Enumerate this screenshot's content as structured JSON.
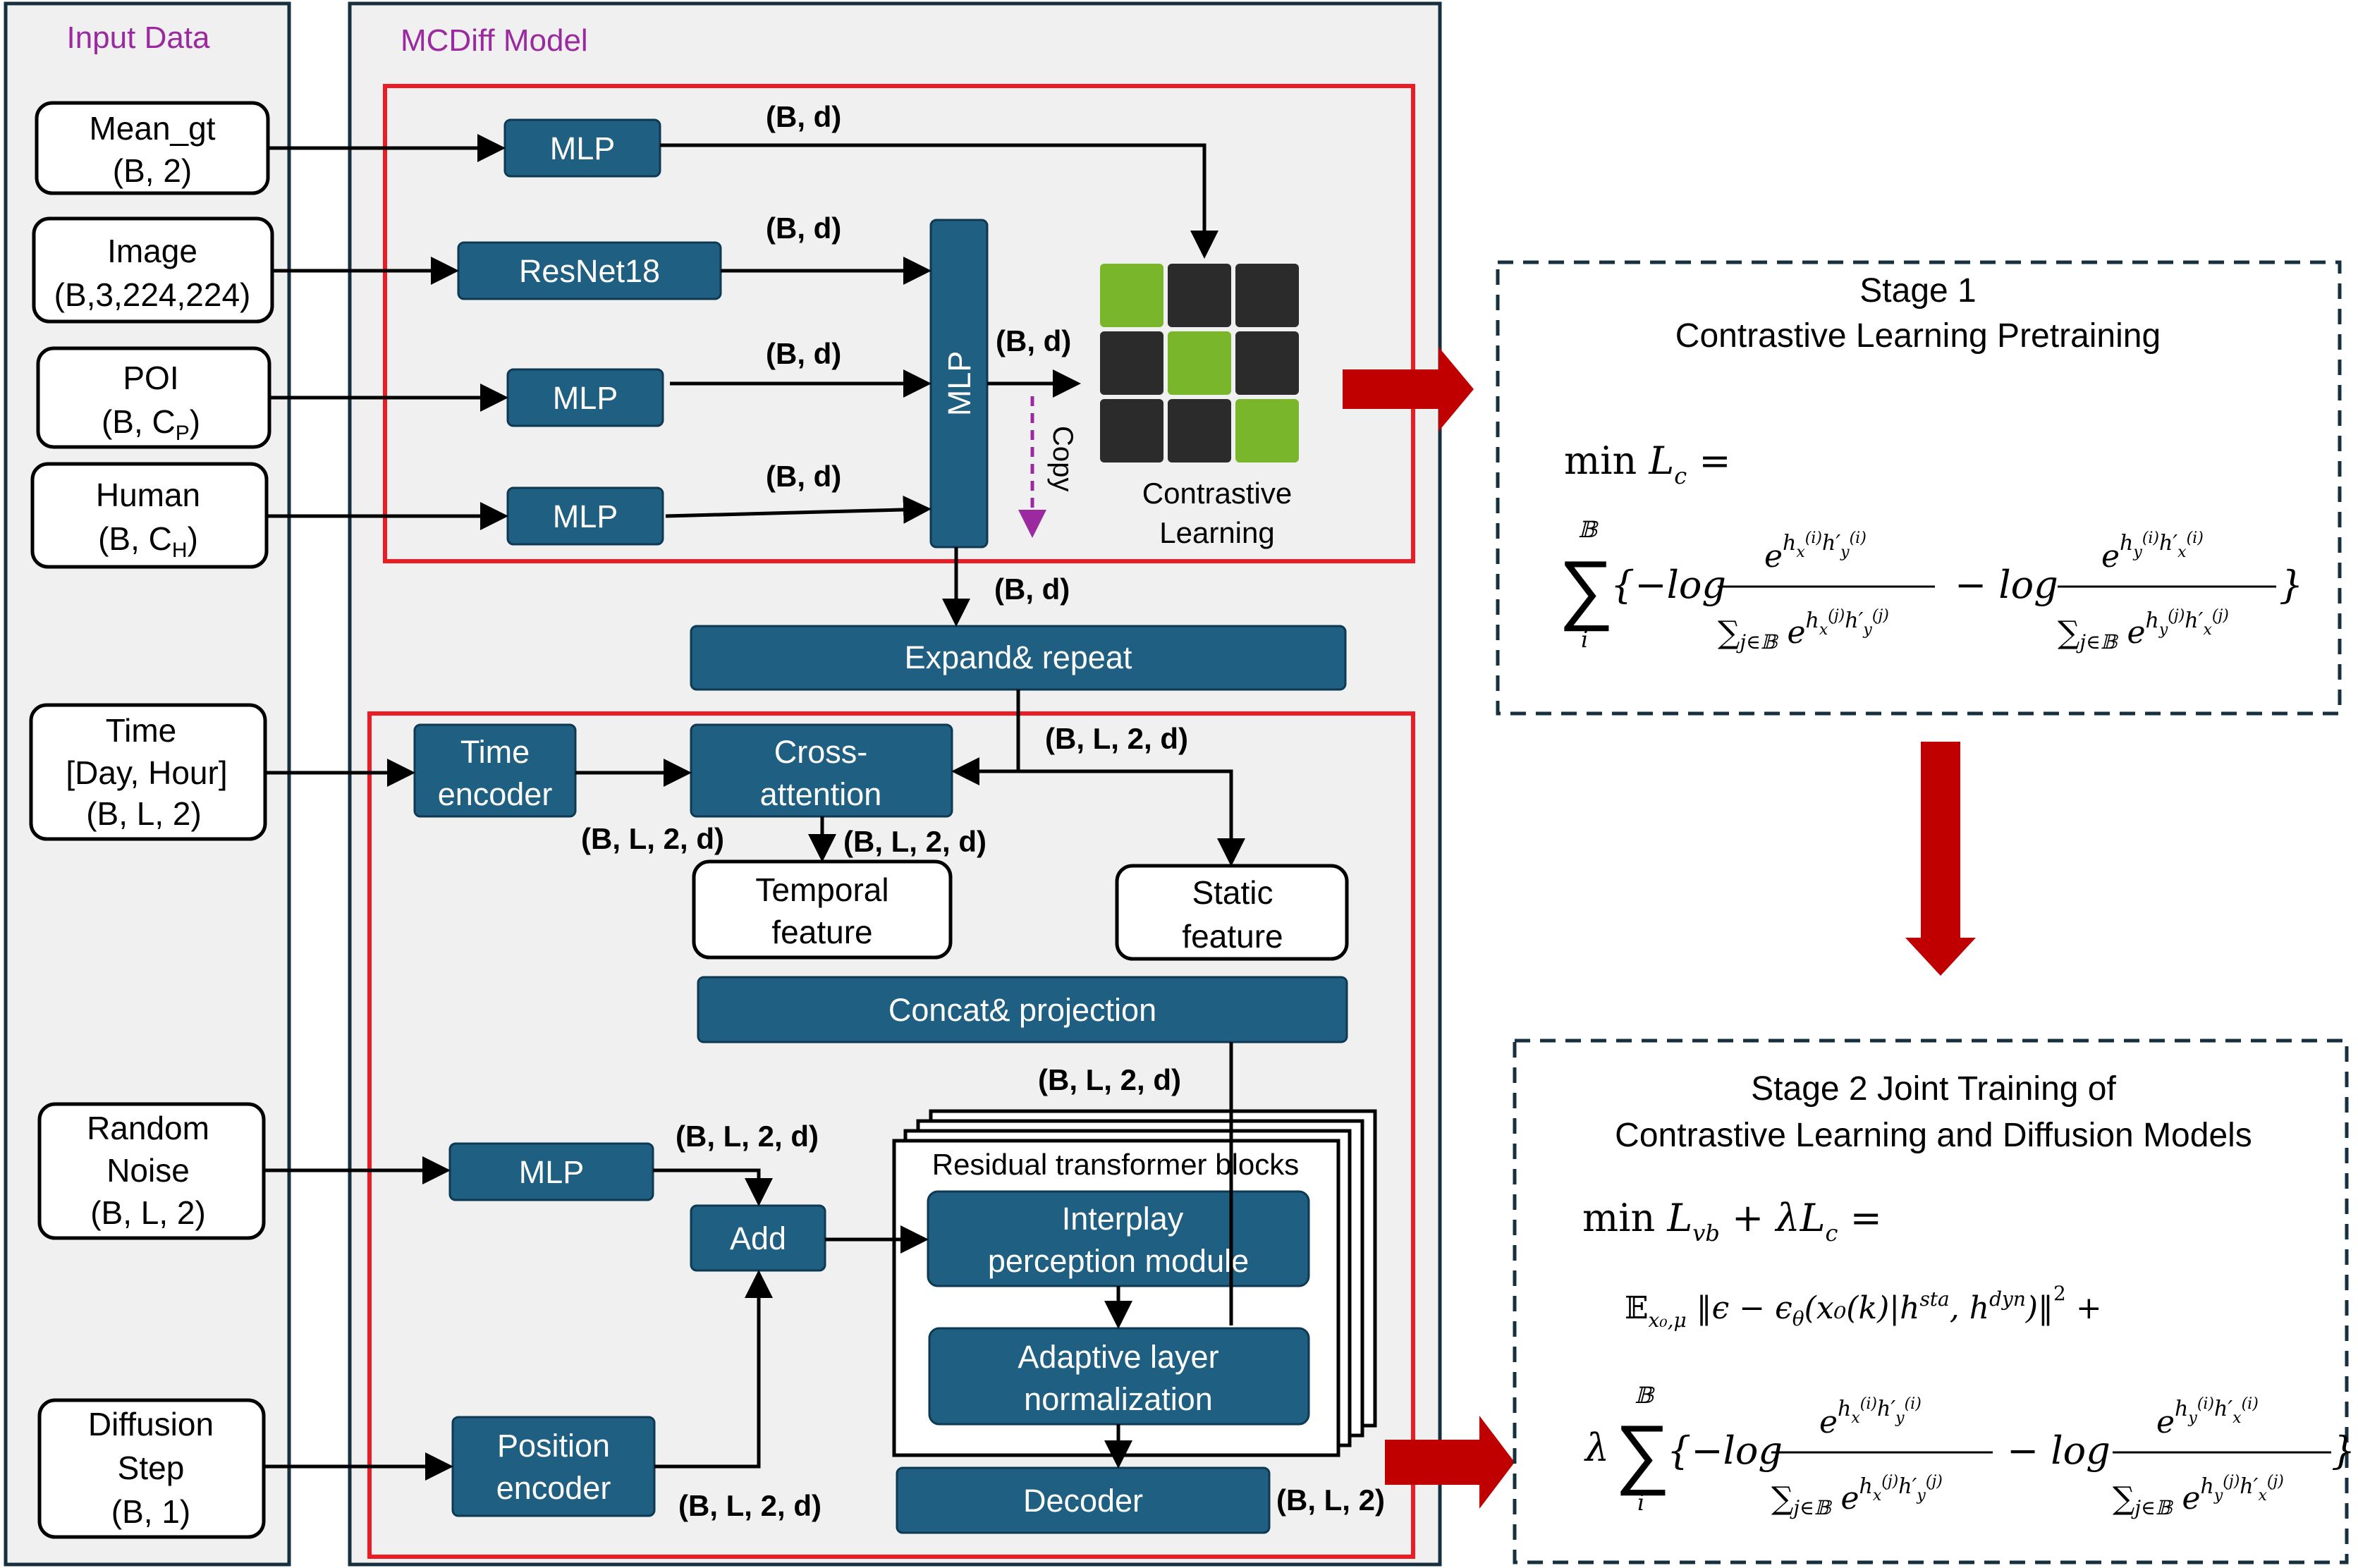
{
  "panels": {
    "input_title": "Input Data",
    "model_title": "MCDiff Model"
  },
  "inputs": {
    "mean_gt": [
      "Mean_gt",
      "(B, 2)"
    ],
    "image": [
      "Image",
      "(B,3,224,224)"
    ],
    "poi": [
      "POI",
      "(B, C",
      "P",
      ")"
    ],
    "human": [
      "Human",
      "(B, C",
      "H",
      ")"
    ],
    "time": [
      "Time",
      "[Day, Hour]",
      "(B, L, 2)"
    ],
    "noise": [
      "Random",
      "Noise",
      "(B, L, 2)"
    ],
    "step": [
      "Diffusion",
      "Step",
      "(B, 1)"
    ]
  },
  "blocks": {
    "mlp": "MLP",
    "resnet": "ResNet18",
    "expand": "Expand& repeat",
    "time_enc": [
      "Time",
      "encoder"
    ],
    "cross": [
      "Cross-",
      "attention"
    ],
    "temporal": [
      "Temporal",
      "feature"
    ],
    "static": [
      "Static",
      "feature"
    ],
    "concat": "Concat& projection",
    "add": "Add",
    "residual": "Residual transformer blocks",
    "interplay": [
      "Interplay",
      "perception module"
    ],
    "adaptive": [
      "Adaptive layer",
      "normalization"
    ],
    "pos_enc": [
      "Position",
      "encoder"
    ],
    "decoder": "Decoder",
    "copy": "Copy",
    "contrastive": [
      "Contrastive",
      "Learning"
    ]
  },
  "dims": {
    "bd": "(B, d)",
    "bl2d": "(B, L, 2, d)",
    "bl2": "(B, L, 2)"
  },
  "stages": {
    "s1": [
      "Stage 1",
      "Contrastive Learning Pretraining"
    ],
    "s2": [
      "Stage 2 Joint Training of",
      "Contrastive Learning and Diffusion Models"
    ]
  },
  "colors": {
    "block": "#1f5f82",
    "red": "#ec1c24",
    "dark_red": "#c00000",
    "green": "#7ab62b",
    "dark_cell": "#2b2b2b",
    "purple": "#9b2aa0",
    "panel_bg": "#f0f0f0",
    "panel_border": "#16303f"
  },
  "contrastive_grid": [
    [
      "green",
      "dark",
      "dark"
    ],
    [
      "dark",
      "green",
      "dark"
    ],
    [
      "dark",
      "dark",
      "green"
    ]
  ]
}
